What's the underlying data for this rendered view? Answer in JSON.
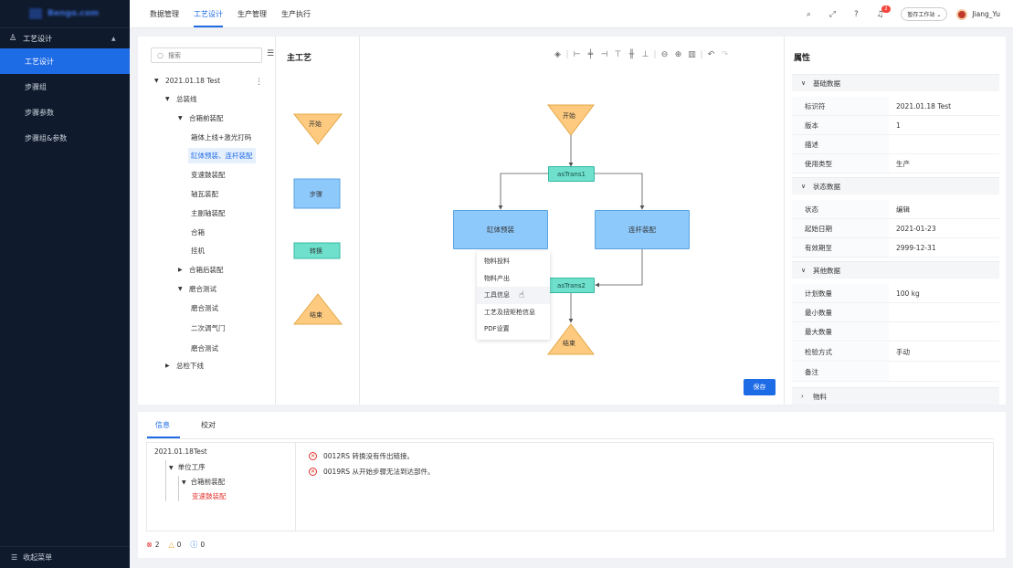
{
  "sidebar": {
    "group_label": "工艺设计",
    "items": [
      {
        "label": "工艺设计",
        "active": true
      },
      {
        "label": "步骤组"
      },
      {
        "label": "步骤参数"
      },
      {
        "label": "步骤组&参数"
      }
    ],
    "footer_label": "收起菜单"
  },
  "header": {
    "nav": [
      "数据管理",
      "工艺设计",
      "生产管理",
      "生产执行"
    ],
    "active_nav": "工艺设计",
    "notification_count": "2",
    "station_button": "暂存工作站",
    "user_name": "Jiang_Yu"
  },
  "tree": {
    "search_placeholder": "搜索",
    "nodes": [
      {
        "label": "2021.01.18 Test",
        "caret": "▼"
      },
      {
        "label": "总装线",
        "caret": "▼"
      },
      {
        "label": "合箱前装配",
        "caret": "▼"
      },
      {
        "label": "箱体上线+激光打码"
      },
      {
        "label": "缸体预装、连杆装配",
        "selected": true
      },
      {
        "label": "变速鼓装配"
      },
      {
        "label": "轴瓦装配"
      },
      {
        "label": "主副轴装配"
      },
      {
        "label": "合箱"
      },
      {
        "label": "挂机"
      },
      {
        "label": "合箱后装配",
        "caret": "▶"
      },
      {
        "label": "磨合测试",
        "caret": "▼"
      },
      {
        "label": "磨合测试"
      },
      {
        "label": "二次调气门"
      },
      {
        "label": "磨合测试"
      },
      {
        "label": "总检下线",
        "caret": "▶"
      }
    ]
  },
  "palette": {
    "start": "开始",
    "step": "步骤",
    "trans": "转换",
    "end": "结束"
  },
  "canvas": {
    "title": "主工艺",
    "start": "开始",
    "trans1": "asTrans1",
    "step_left": "缸体预装",
    "step_right": "连杆装配",
    "trans2": "asTrans2",
    "end": "结束",
    "context_menu": [
      "物料投料",
      "物料产出",
      "工具信息",
      "工艺及扭矩枪信息",
      "PDF设置"
    ],
    "save_label": "保存"
  },
  "props": {
    "title": "属性",
    "sections": [
      {
        "label": "基础数据",
        "rows": [
          [
            "标识符",
            "2021.01.18 Test"
          ],
          [
            "版本",
            "1"
          ],
          [
            "描述",
            ""
          ],
          [
            "使用类型",
            "生产"
          ]
        ]
      },
      {
        "label": "状态数据",
        "rows": [
          [
            "状态",
            "编辑"
          ],
          [
            "起始日期",
            "2021-01-23"
          ],
          [
            "有效期至",
            "2999-12-31"
          ]
        ]
      },
      {
        "label": "其他数据",
        "rows": [
          [
            "计划数量",
            "100 kg"
          ],
          [
            "最小数量",
            ""
          ],
          [
            "最大数量",
            ""
          ],
          [
            "检验方式",
            "手动"
          ],
          [
            "备注",
            ""
          ]
        ]
      },
      {
        "label": "物料",
        "rows": []
      }
    ]
  },
  "bottom": {
    "tabs": [
      "信息",
      "校对"
    ],
    "tree": [
      "2021.01.18Test",
      "单位工序",
      "合箱前装配",
      "变速鼓装配"
    ],
    "messages": [
      "0012RS  转换没有传出链接。",
      "0019RS  从开始步骤无法到达部件。"
    ],
    "counts": {
      "error": "2",
      "warning": "0",
      "info": "0"
    }
  }
}
